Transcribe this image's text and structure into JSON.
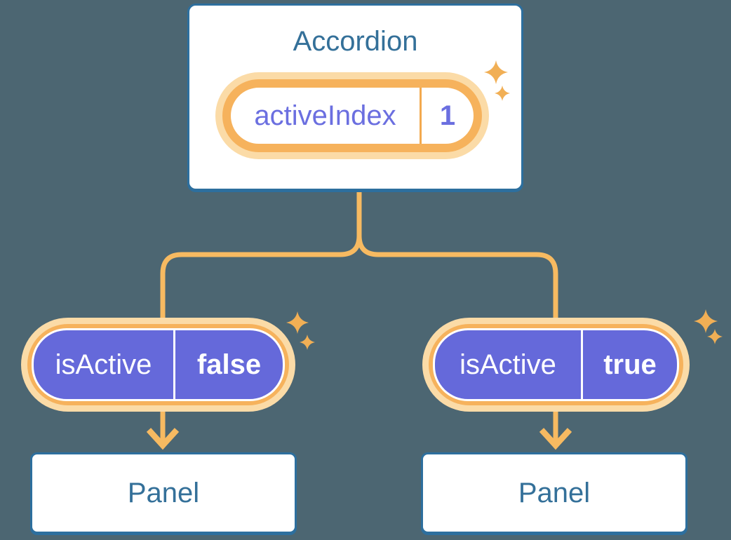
{
  "diagram": {
    "description": "React component tree: Accordion holds activeIndex state, passes isActive props to two Panels",
    "background_color": "#4C6672",
    "accent_orange": "#F7BA61",
    "accent_purple": "#6569DA",
    "accent_blue": "#2D6F9E",
    "state_text_color": "#6B6FE0",
    "root": {
      "title": "Accordion",
      "state": {
        "label": "activeIndex",
        "value": "1"
      }
    },
    "branches": [
      {
        "prop": {
          "label": "isActive",
          "value": "false"
        },
        "child": {
          "title": "Panel"
        }
      },
      {
        "prop": {
          "label": "isActive",
          "value": "true"
        },
        "child": {
          "title": "Panel"
        }
      }
    ]
  }
}
